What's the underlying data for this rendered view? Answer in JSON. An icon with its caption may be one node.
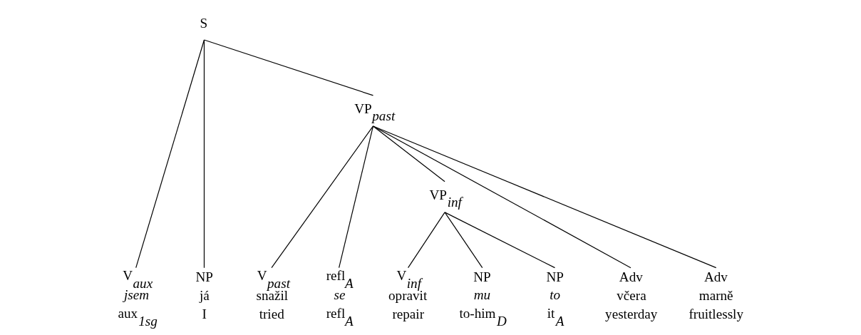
{
  "diagram": {
    "nodes": [
      {
        "text": [
          "S"
        ]
      },
      {
        "text": [
          "VP$_{past}$"
        ]
      },
      {
        "text": [
          "VP$_{inf}$"
        ]
      },
      {
        "text": [
          "V$_{aux}$",
          "*jsem*",
          "aux$_{1sg}$"
        ]
      },
      {
        "text": [
          "NP",
          "já",
          "I"
        ]
      },
      {
        "text": [
          "V$_{past}$",
          "snažil",
          "tried"
        ]
      },
      {
        "text": [
          "refl$_{A}$",
          "*se*",
          "refl$_{A}$"
        ]
      },
      {
        "text": [
          "V$_{inf}$",
          "opravit",
          "repair"
        ]
      },
      {
        "text": [
          "NP",
          "*mu*",
          "to-him$_{D}$"
        ]
      },
      {
        "text": [
          "NP",
          "*to*",
          "it$_{A}$"
        ]
      },
      {
        "text": [
          "Adv",
          "včera",
          "yesterday"
        ]
      },
      {
        "text": [
          "Adv",
          "marně",
          "fruitlessly"
        ]
      }
    ],
    "edges": [
      {
        "from": 0,
        "to": 3,
        "arrow": "none"
      },
      {
        "from": 0,
        "to": 4,
        "arrow": "none"
      },
      {
        "from": 0,
        "to": 1,
        "arrow": "none"
      },
      {
        "from": 1,
        "to": 5,
        "arrow": "none"
      },
      {
        "from": 1,
        "to": 6,
        "arrow": "none"
      },
      {
        "from": 1,
        "to": 2,
        "arrow": "none"
      },
      {
        "from": 1,
        "to": 10,
        "arrow": "none"
      },
      {
        "from": 1,
        "to": 11,
        "arrow": "none"
      },
      {
        "from": 2,
        "to": 7,
        "arrow": "none"
      },
      {
        "from": 2,
        "to": 8,
        "arrow": "none"
      },
      {
        "from": 2,
        "to": 9,
        "arrow": "none"
      }
    ]
  }
}
